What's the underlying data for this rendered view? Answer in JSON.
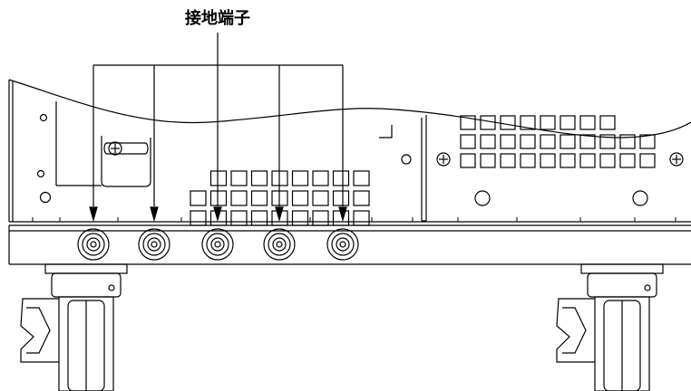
{
  "callout": {
    "label": "接地端子",
    "points_to": "ground-terminals"
  },
  "ground_terminals": {
    "count": 5
  },
  "colors": {
    "line": "#000000",
    "background": "#ffffff"
  },
  "icons": [
    "screw-icon",
    "ground-terminal-icon",
    "caster-wheel-icon",
    "arrow-icon"
  ]
}
